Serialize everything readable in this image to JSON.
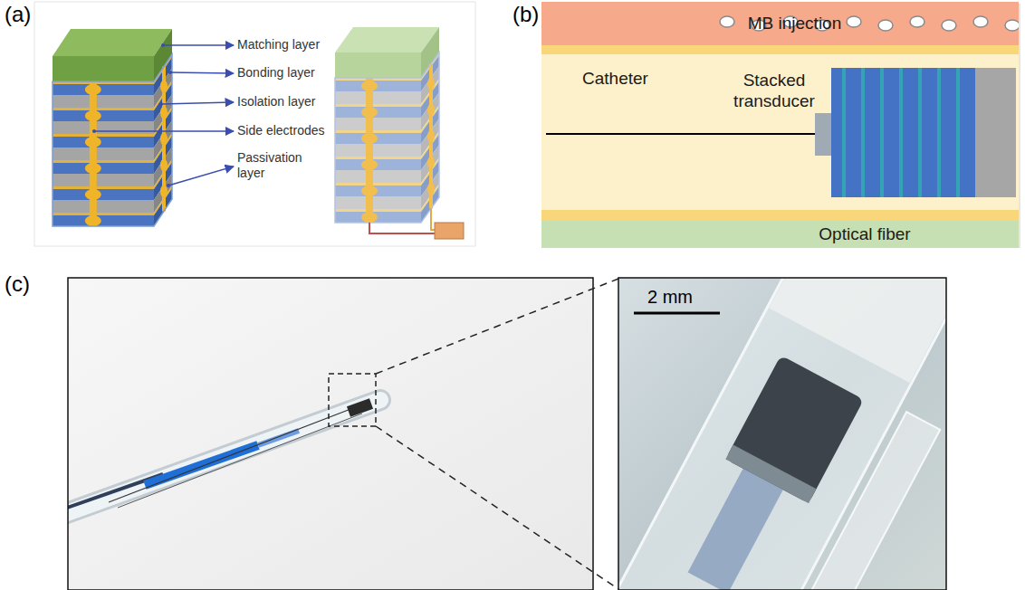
{
  "diagram": {
    "nodes": [
      {
        "text": [
          "MB injection"
        ]
      },
      {
        "text": [
          "Catheter"
        ]
      },
      {
        "text": [
          "Optical fiber"
        ]
      }
    ],
    "labels": [
      "(a)",
      "(b)",
      "(c)",
      "Matching layer",
      "Bonding layer",
      "Isolation layer",
      "Side electrodes",
      "Passivation layer",
      "Stacked transducer",
      "2 mm"
    ]
  }
}
